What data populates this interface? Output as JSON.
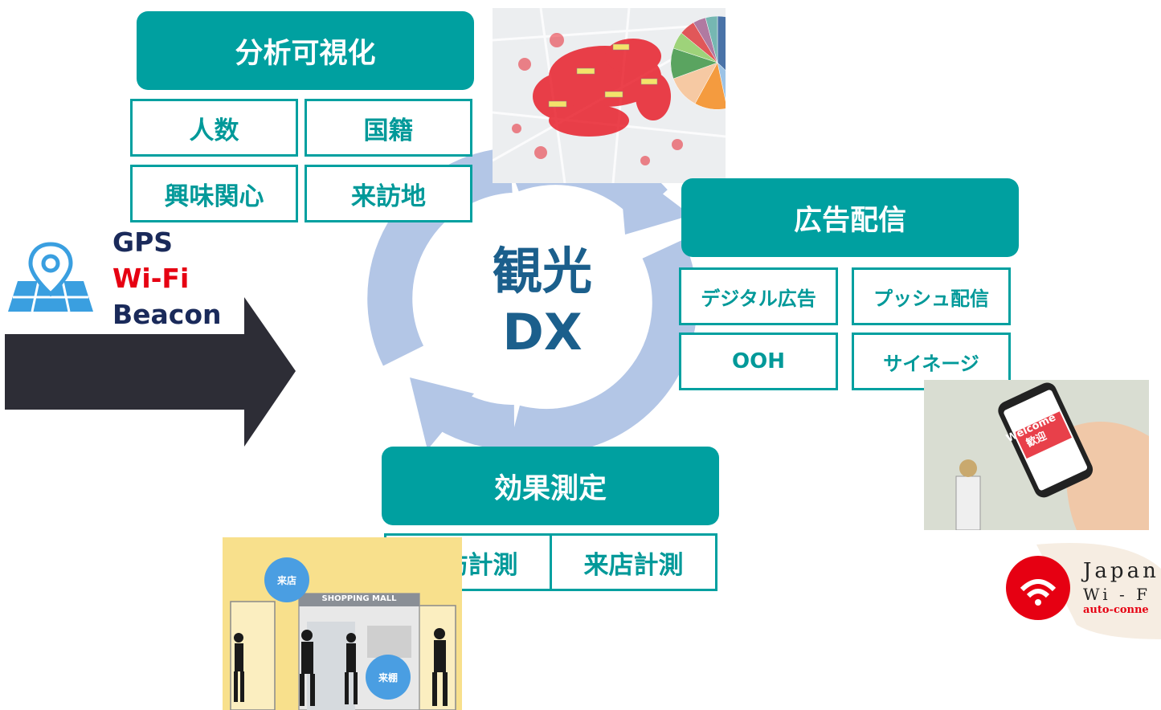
{
  "center": {
    "line1": "観光",
    "line2": "DX"
  },
  "analysis": {
    "title": "分析可視化",
    "items": [
      "人数",
      "国籍",
      "興味関心",
      "来訪地"
    ]
  },
  "ads": {
    "title": "広告配信",
    "items": [
      "デジタル広告",
      "プッシュ配信",
      "OOH",
      "サイネージ"
    ]
  },
  "measure": {
    "title": "効果測定",
    "items": [
      "来訪計測",
      "来店計測"
    ]
  },
  "sources": {
    "gps": "GPS",
    "wifi": "Wi-Fi",
    "beacon": "Beacon"
  },
  "mall": {
    "store_label": "SHOPPING MALL",
    "bubble1": "来店",
    "bubble2": "来棚"
  },
  "phone": {
    "welcome": "Welcome",
    "kanji": "歓迎"
  },
  "jwifi": {
    "line1": "Japan",
    "line2": "Wi - F",
    "line3": "auto-conne"
  },
  "colors": {
    "teal": "#00a0a0",
    "cycle": "#b3c6e6",
    "center_text": "#1b5f8c",
    "navy": "#1a2a5a",
    "red": "#e60012",
    "arrow": "#2d2d36"
  },
  "icons": {
    "source": "map-pin-icon"
  }
}
